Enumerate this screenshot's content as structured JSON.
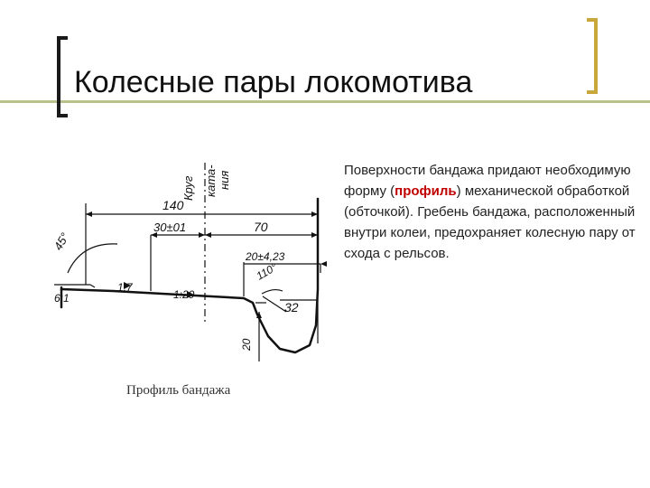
{
  "slide": {
    "title": "Колесные пары локомотива",
    "body": {
      "part1": "Поверхности бандажа придают необходимую форму (",
      "highlight": "профиль",
      "part2": ") механической обработкой (обточкой). Гребень бандажа, расположенный внутри колеи, предохраняет колесную пару от схода с рельсов."
    },
    "colors": {
      "accent_bracket": "#c8a83a",
      "title_rule": "#b9c08a",
      "highlight": "#c00000"
    }
  },
  "diagram": {
    "caption": "Профиль бандажа",
    "labels": {
      "angle_45": "45°",
      "ratio_6_1": "6:1",
      "taper_1_7": "1:7",
      "taper_1_20": "1:20",
      "dim_140": "140",
      "dim_30": "30±01",
      "dim_70": "70",
      "dim_20_423": "20±4,23",
      "angle_110": "110°",
      "dim_32": "32",
      "dim_20": "20",
      "circle_word1": "Круг",
      "circle_word2": "ката-",
      "circle_word3": "ния"
    }
  }
}
